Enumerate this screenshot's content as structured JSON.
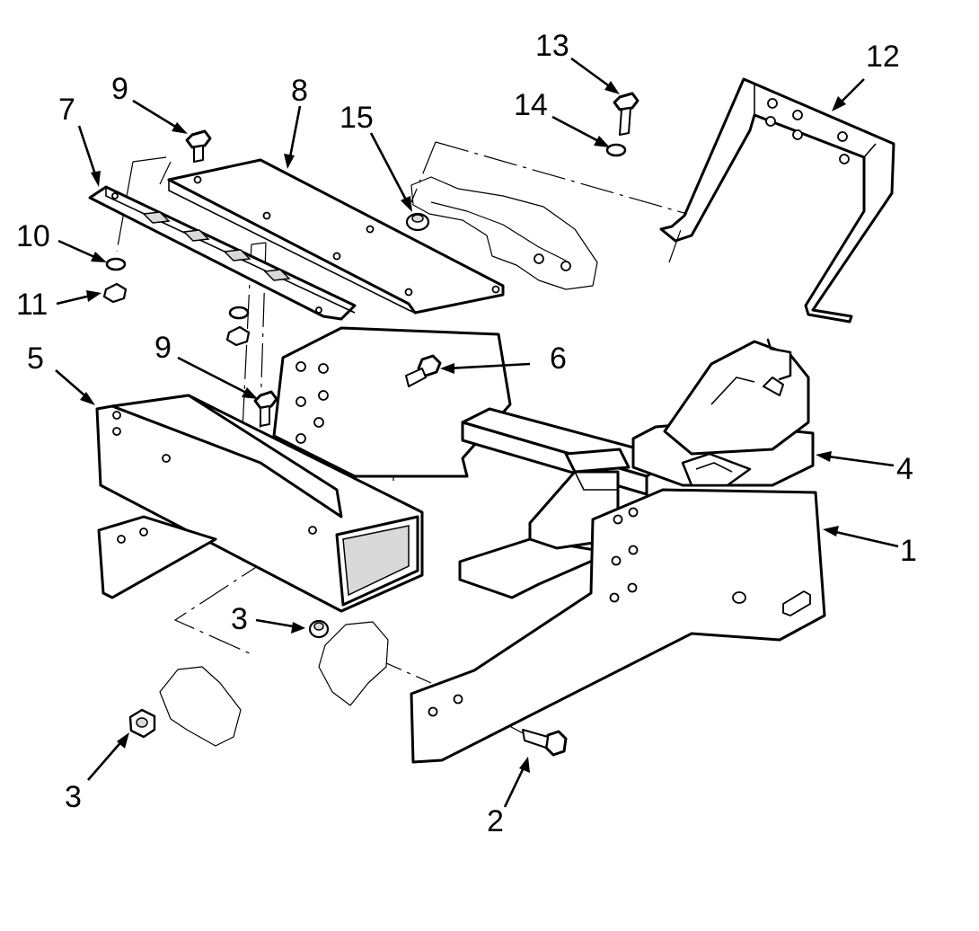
{
  "diagram": {
    "callouts": {
      "c1": "1",
      "c2": "2",
      "c3a": "3",
      "c3b": "3",
      "c4": "4",
      "c5": "5",
      "c6": "6",
      "c7": "7",
      "c8": "8",
      "c9a": "9",
      "c9b": "9",
      "c10": "10",
      "c11": "11",
      "c12": "12",
      "c13": "13",
      "c14": "14",
      "c15": "15"
    },
    "colors": {
      "ink": "#000000",
      "paper": "#ffffff",
      "shade": "#d9d9d9"
    }
  }
}
